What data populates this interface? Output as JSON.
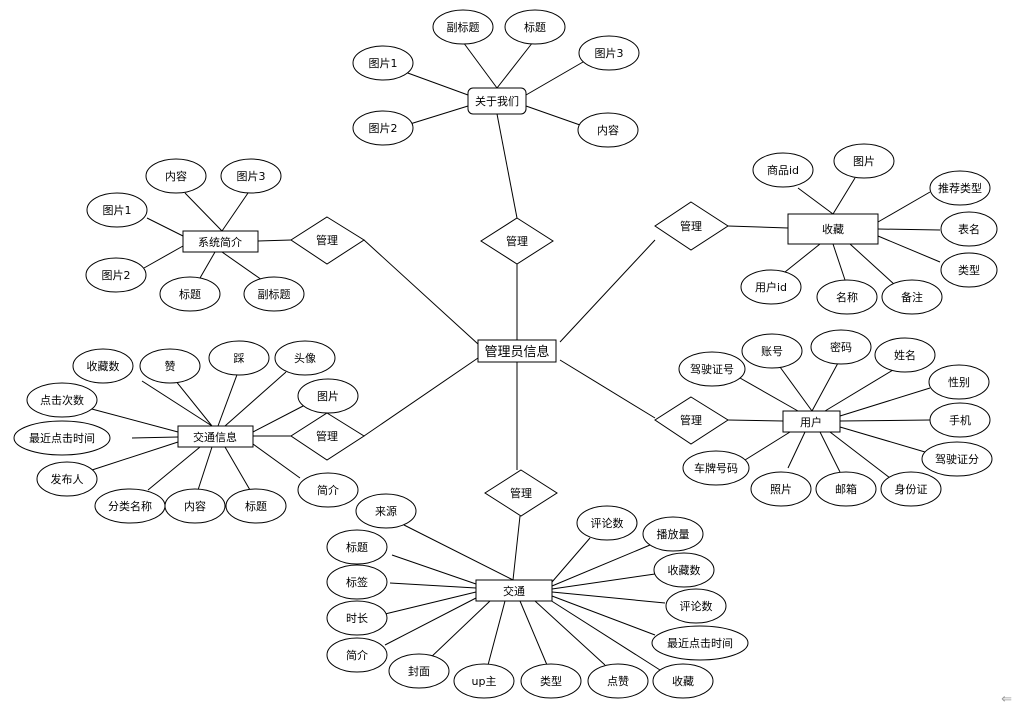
{
  "center": "管理员信息",
  "relationship_label": "管理",
  "entities": {
    "about": {
      "name": "关于我们",
      "attributes": [
        "副标题",
        "标题",
        "图片1",
        "图片3",
        "图片2",
        "内容"
      ]
    },
    "favorite": {
      "name": "收藏",
      "attributes": [
        "商品id",
        "图片",
        "推荐类型",
        "表名",
        "类型",
        "用户id",
        "名称",
        "备注"
      ]
    },
    "system_intro": {
      "name": "系统简介",
      "attributes": [
        "内容",
        "图片3",
        "图片1",
        "图片2",
        "标题",
        "副标题"
      ]
    },
    "user": {
      "name": "用户",
      "attributes": [
        "账号",
        "密码",
        "驾驶证号",
        "姓名",
        "性别",
        "手机",
        "驾驶证分",
        "车牌号码",
        "照片",
        "邮箱",
        "身份证"
      ]
    },
    "traffic_info": {
      "name": "交通信息",
      "attributes": [
        "收藏数",
        "赞",
        "踩",
        "头像",
        "点击次数",
        "图片",
        "最近点击时间",
        "发布人",
        "简介",
        "分类名称",
        "内容",
        "标题"
      ]
    },
    "traffic": {
      "name": "交通",
      "attributes": [
        "来源",
        "标题",
        "标签",
        "时长",
        "简介",
        "封面",
        "up主",
        "类型",
        "点赞",
        "收藏",
        "评论数",
        "播放量",
        "收藏数",
        "评论数",
        "最近点击时间"
      ]
    }
  },
  "corner_glyph": "⇐"
}
